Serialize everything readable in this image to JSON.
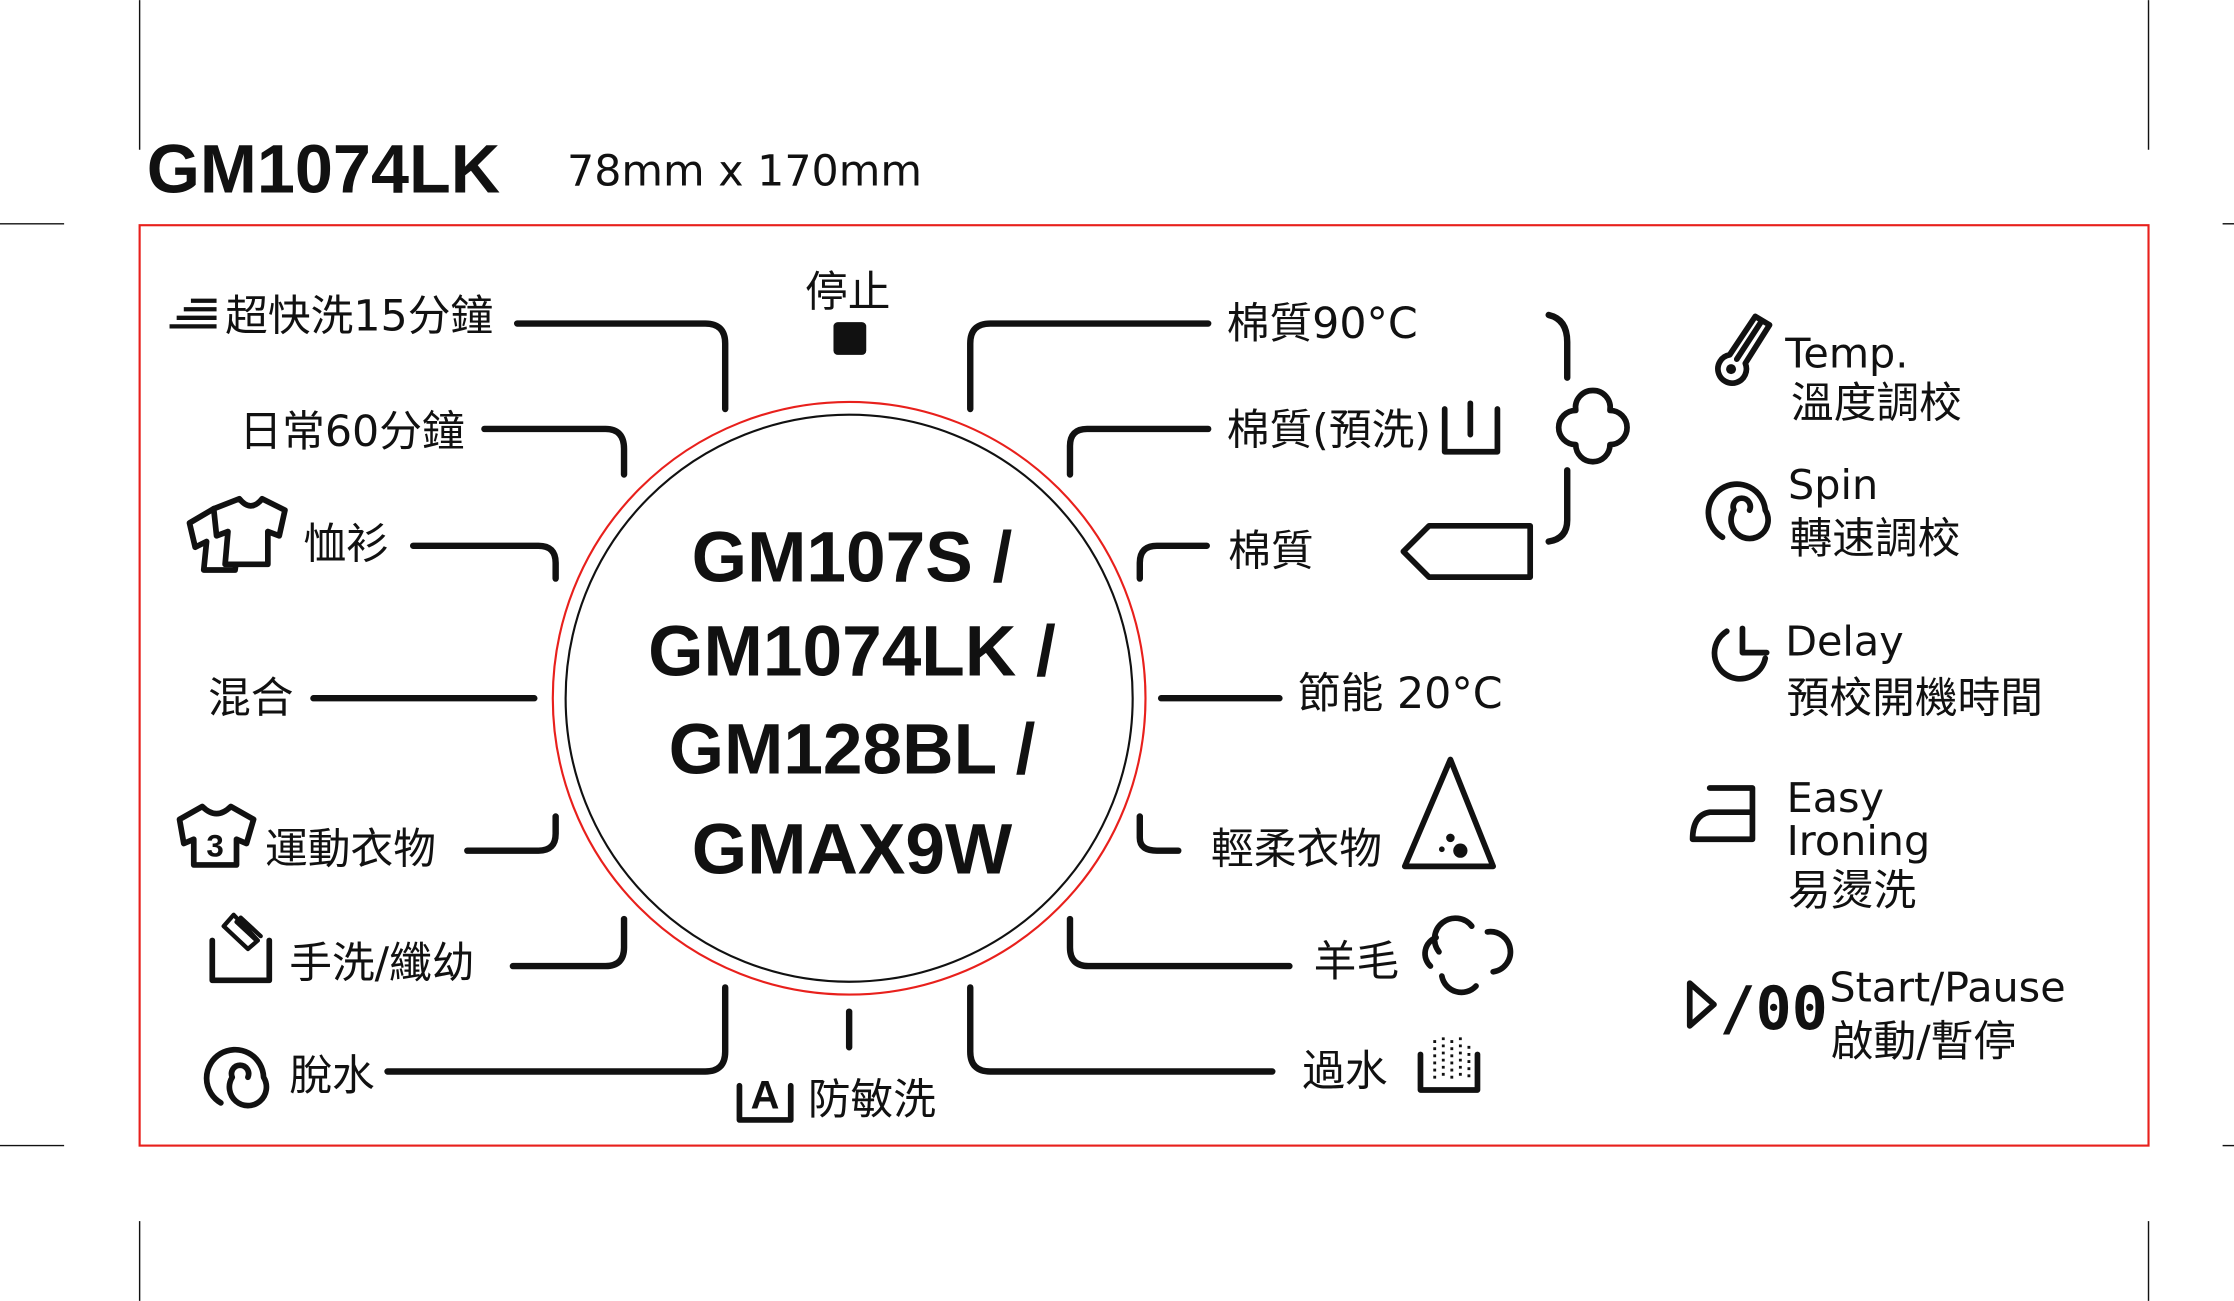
{
  "header": {
    "model": "GM1074LK",
    "dimensions": "78mm x 170mm"
  },
  "dial": {
    "center_lines": [
      "GM107S /",
      "GM1074LK /",
      "GM128BL /",
      "GMAX9W"
    ],
    "stop": "停止",
    "left": [
      "超快洗15分鐘",
      "日常60分鐘",
      "恤衫",
      "混合",
      "運動衣物",
      "手洗/纖幼",
      "脫水"
    ],
    "bottom": "防敏洗",
    "right": [
      "棉質90°C",
      "棉質(預洗)",
      "棉質",
      "節能 20°C",
      "輕柔衣物",
      "羊毛",
      "過水"
    ]
  },
  "buttons": {
    "temp": {
      "en": "Temp.",
      "zh": "溫度調校"
    },
    "spin": {
      "en": "Spin",
      "zh": "轉速調校"
    },
    "delay": {
      "en": "Delay",
      "zh": "預校開機時間"
    },
    "ironing": {
      "en1": "Easy",
      "en2": "Ironing",
      "zh": "易燙洗"
    },
    "start": {
      "icon_text": "/00",
      "en": "Start/Pause",
      "zh": "啟動/暫停"
    }
  },
  "colors": {
    "border": "#e8201c",
    "ink": "#111111"
  }
}
